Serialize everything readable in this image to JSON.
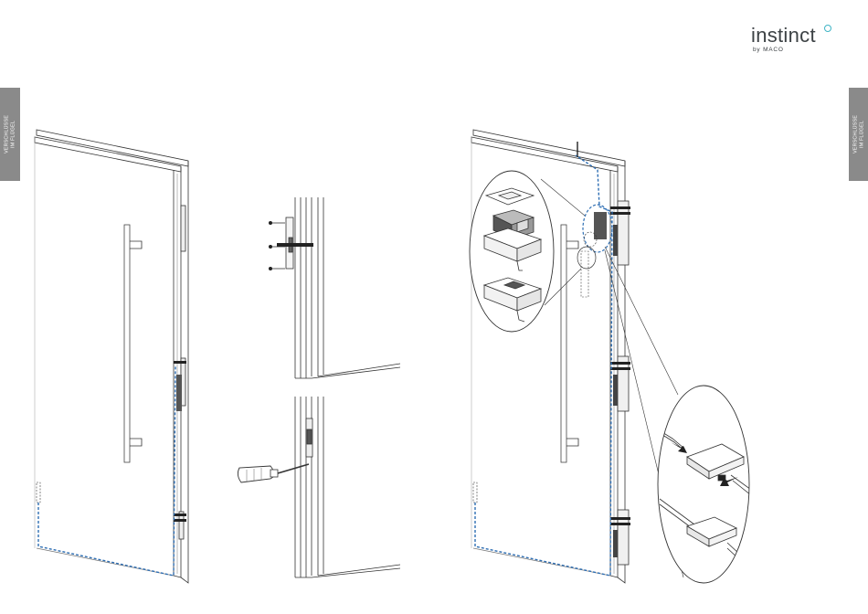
{
  "side_tabs": {
    "left": {
      "line1": "VERSCHLÜSSE",
      "line2": "IM FLÜGEL"
    },
    "right": {
      "line1": "VERSCHLÜSSE",
      "line2": "IM FLÜGEL"
    }
  },
  "brand": {
    "word": "instinct",
    "sub": "by MACO",
    "accent_color": "#3fb4c5"
  },
  "colors": {
    "line": "#333333",
    "cable": "#2f6fb4",
    "tab": "#8a8a8a"
  }
}
